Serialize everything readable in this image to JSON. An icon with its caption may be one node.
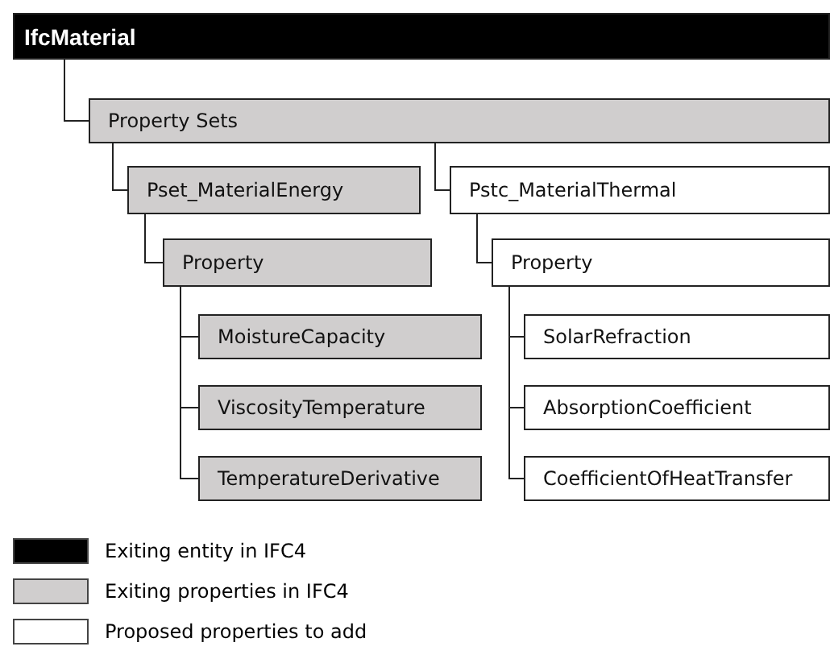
{
  "diagram": {
    "nodes": [
      {
        "text": [
          "IfcMaterial"
        ]
      },
      {
        "text": [
          "Property Sets"
        ]
      },
      {
        "text": [
          "Pset_MaterialEnergy"
        ]
      },
      {
        "text": [
          "Pstc_MaterialThermal"
        ]
      },
      {
        "text": [
          "Property"
        ]
      },
      {
        "text": [
          "Property"
        ]
      },
      {
        "text": [
          "MoistureCapacity"
        ]
      },
      {
        "text": [
          "SolarRefraction"
        ]
      },
      {
        "text": [
          "ViscosityTemperature"
        ]
      },
      {
        "text": [
          "AbsorptionCoefficient"
        ]
      },
      {
        "text": [
          "TemperatureDerivative"
        ]
      },
      {
        "text": [
          "CoefficientOfHeatTransfer"
        ]
      }
    ],
    "edges": [
      {
        "from": 0,
        "to": 1,
        "arrow": "none"
      },
      {
        "from": 1,
        "to": 2,
        "arrow": "none"
      },
      {
        "from": 1,
        "to": 3,
        "arrow": "none"
      },
      {
        "from": 2,
        "to": 4,
        "arrow": "none"
      },
      {
        "from": 3,
        "to": 5,
        "arrow": "none"
      },
      {
        "from": 4,
        "to": 6,
        "arrow": "none"
      },
      {
        "from": 4,
        "to": 8,
        "arrow": "none"
      },
      {
        "from": 4,
        "to": 10,
        "arrow": "none"
      },
      {
        "from": 5,
        "to": 7,
        "arrow": "none"
      },
      {
        "from": 5,
        "to": 9,
        "arrow": "none"
      },
      {
        "from": 5,
        "to": 11,
        "arrow": "none"
      }
    ],
    "legend": [
      {
        "text": "Exiting entity in IFC4",
        "color": "#000000"
      },
      {
        "text": "Exiting properties in IFC4",
        "color": "#d0cece"
      },
      {
        "text": "Proposed properties to add",
        "color": "#ffffff"
      }
    ]
  }
}
